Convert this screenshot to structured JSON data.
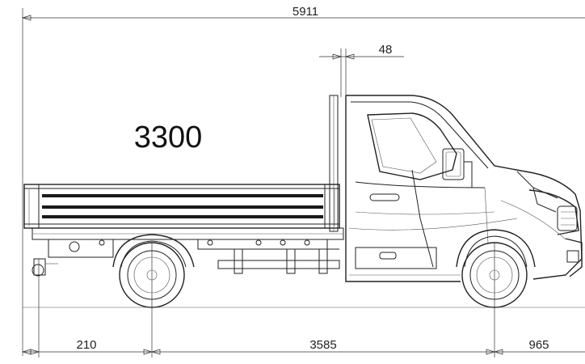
{
  "dimensions": {
    "overall_length": "5911",
    "cab_gap": "48",
    "body_length": "3300",
    "rear_overhang": "210",
    "wheelbase": "3585",
    "front_overhang": "965"
  },
  "icons": {
    "truck": "dropside-truck-side-view"
  },
  "colors": {
    "line": "#222222",
    "background": "#ffffff"
  }
}
